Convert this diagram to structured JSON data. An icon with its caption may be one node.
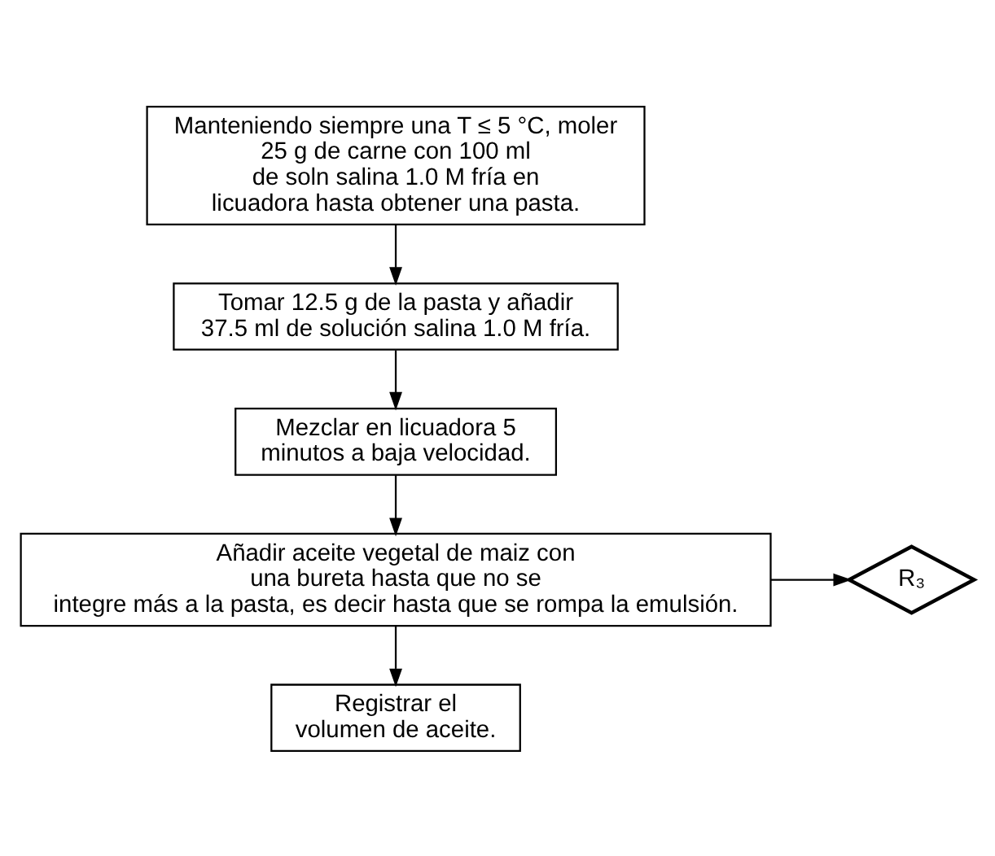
{
  "diagram": {
    "nodes": [
      {
        "text": [
          "Manteniendo siempre una T ≤ 5 °C, moler 25 g de carne con 100 ml de soln salina 1.0 M fría en licuadora hasta obtener una pasta."
        ]
      },
      {
        "text": [
          "Tomar 12.5 g de la pasta y añadir 37.5 ml de solución salina 1.0 M fría."
        ]
      },
      {
        "text": [
          "Mezclar en licuadora 5 minutos a baja velocidad."
        ]
      },
      {
        "text": [
          "Añadir aceite vegetal de maiz con una bureta hasta que no se integre más a la pasta, es decir hasta que se rompa la emulsión."
        ]
      },
      {
        "text": [
          "Registrar el volumen de aceite."
        ]
      },
      {
        "text": [
          "R₃"
        ]
      }
    ],
    "edges": [
      {
        "from": 0,
        "to": 1,
        "arrow": "to"
      },
      {
        "from": 1,
        "to": 2,
        "arrow": "to"
      },
      {
        "from": 2,
        "to": 3,
        "arrow": "to"
      },
      {
        "from": 3,
        "to": 4,
        "arrow": "to"
      },
      {
        "from": 3,
        "to": 5,
        "arrow": "to"
      }
    ]
  }
}
